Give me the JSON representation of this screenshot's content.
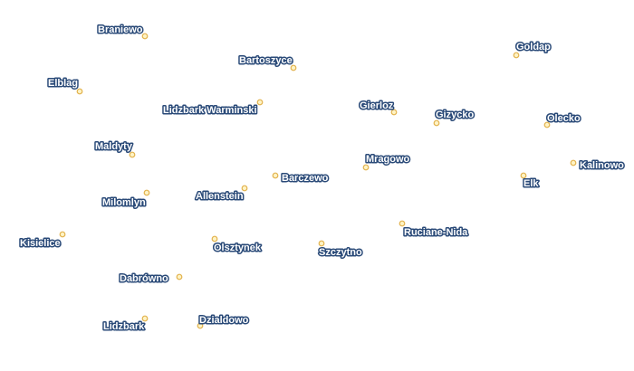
{
  "map": {
    "marker_fill": "#fff3c4",
    "marker_stroke": "#e2b24d",
    "label_fill": "#ffffff",
    "label_halo": "#2a4a78",
    "places": [
      {
        "id": "braniewo",
        "name": "Braniewo"
      },
      {
        "id": "bartoszyce",
        "name": "Bartoszyce"
      },
      {
        "id": "goldap",
        "name": "Goldap"
      },
      {
        "id": "elblag",
        "name": "Elblag"
      },
      {
        "id": "lidzbark-warminski",
        "name": "Lidzbark Warminski"
      },
      {
        "id": "gierloz",
        "name": "Gierloz"
      },
      {
        "id": "gizycko",
        "name": "Gizycko"
      },
      {
        "id": "olecko",
        "name": "Olecko"
      },
      {
        "id": "maldyty",
        "name": "Maldyty"
      },
      {
        "id": "mragowo",
        "name": "Mragowo"
      },
      {
        "id": "kalinowo",
        "name": "Kalinowo"
      },
      {
        "id": "barczewo",
        "name": "Barczewo"
      },
      {
        "id": "elk",
        "name": "Elk"
      },
      {
        "id": "allenstein",
        "name": "Allenstein"
      },
      {
        "id": "milomlyn",
        "name": "Milomlyn"
      },
      {
        "id": "ruciane-nida",
        "name": "Ruciane-Nida"
      },
      {
        "id": "kisielice",
        "name": "Kisielice"
      },
      {
        "id": "olsztynek",
        "name": "Olsztynek"
      },
      {
        "id": "szczytno",
        "name": "Szczytno"
      },
      {
        "id": "dabrowno",
        "name": "Dabrówno"
      },
      {
        "id": "dzialdowo",
        "name": "Dzialdowo"
      },
      {
        "id": "lidzbark",
        "name": "Lidzbark"
      }
    ]
  }
}
